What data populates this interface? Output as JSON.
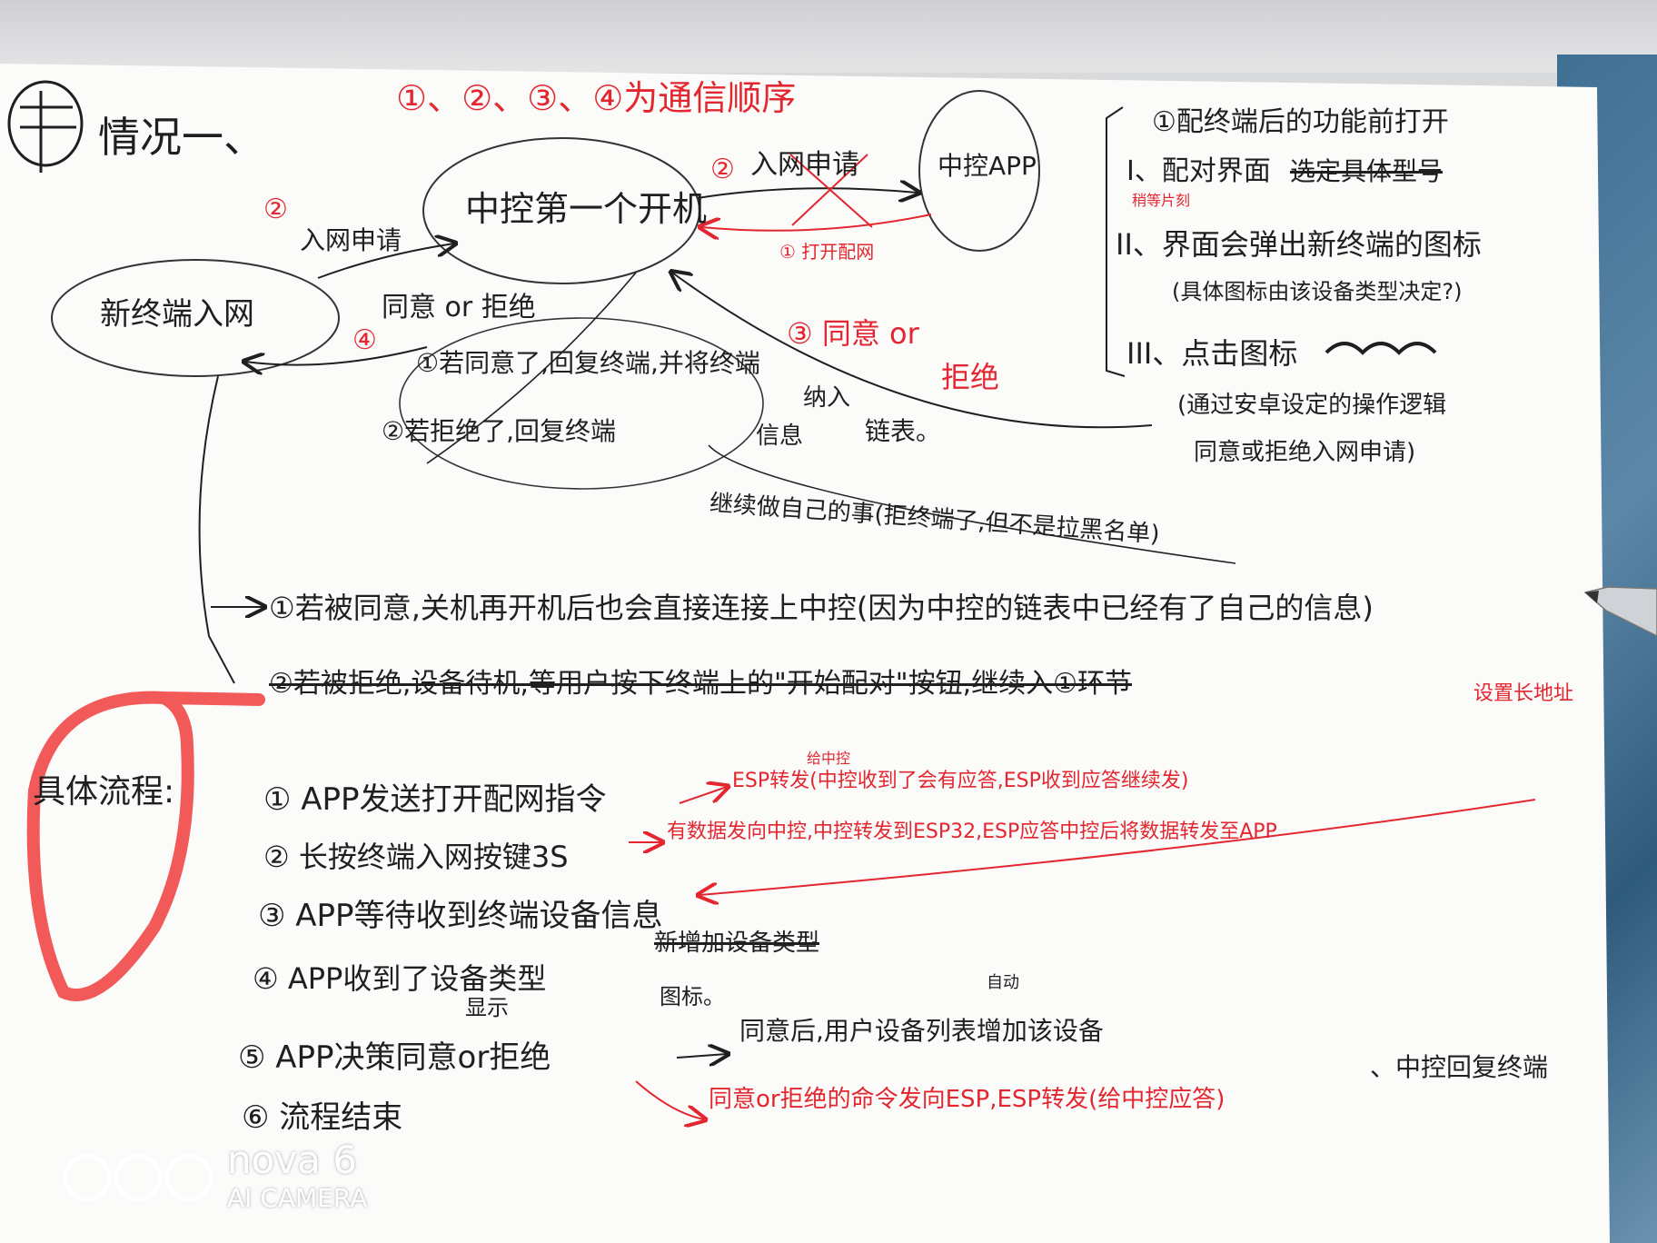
{
  "colors": {
    "ink": "#1f1f1f",
    "red_ink": "#e3262f",
    "highlight_circle": "#f25a5a",
    "paper": "#fbfbfa"
  },
  "header": {
    "title": "情况一、",
    "sequence_note": "①、②、③、④为通信顺序"
  },
  "nodes": {
    "hub": "中控第一个开机",
    "terminal": "新终端入网",
    "app": "中控APP"
  },
  "edges": {
    "hub_to_app_num": "②",
    "hub_to_app_label": "入网申请",
    "app_to_hub_label": "① 打开配网",
    "terminal_to_hub_num": "②",
    "terminal_to_hub_label": "入网申请",
    "hub_to_terminal_num": "④",
    "hub_to_terminal_label": "同意 or 拒绝",
    "app_reply_line1": "③ 同意 or",
    "app_reply_line2": "拒绝"
  },
  "hub_notes": {
    "agree": "①若同意了,回复终端,并将终端",
    "info": "信息",
    "include": "纳入",
    "list": "链表。",
    "reject": "②若拒绝了,回复终端",
    "continue": "继续做自己的事(拒终端了,但不是拉黑名单)"
  },
  "app_panel": {
    "intro": "①配终端后的功能前打开",
    "step1": "I、配对界面",
    "step1_struck": "选定具体型号",
    "wait": "稍等片刻",
    "step2": "II、界面会弹出新终端的图标",
    "step2_note": "(具体图标由该设备类型决定?)",
    "step3": "III、点击图标",
    "step3_note_line1": "(通过安卓设定的操作逻辑",
    "step3_note_line2": "同意或拒绝入网申请)"
  },
  "outcomes": {
    "agreed": "①若被同意,关机再开机后也会直接连接上中控(因为中控的链表中已经有了自己的信息)",
    "address_note": "设置长地址",
    "rejected_struck": "②若被拒绝,设备待机,等用户按下终端上的\"开始配对\"按钮,继续入①环节"
  },
  "flow": {
    "title": "具体流程:",
    "step1": "① APP发送打开配网指令",
    "step1_to": "给中控",
    "step1_note": "ESP转发(中控收到了会有应答,ESP收到应答继续发)",
    "step2": "② 长按终端入网按键3S",
    "step2_note": "有数据发向中控,中控转发到ESP32,ESP应答中控后将数据转发至APP",
    "step3": "③ APP等待收到终端设备信息",
    "step4": "④ APP收到了设备类型",
    "step4_show": "显示",
    "step4_icon": "图标。",
    "step4_struck": "新增加设备类型",
    "step5": "⑤ APP决策同意or拒绝",
    "step5_auto": "自动",
    "step5_result": "同意后,用户设备列表增加该设备",
    "step5_cmd": "同意or拒绝的命令发向ESP,ESP转发(给中控应答)",
    "step5_reply": "、中控回复终端",
    "step6": "⑥ 流程结束"
  },
  "watermark": {
    "logo": "OOO",
    "model": "nova 6",
    "camera": "AI CAMERA"
  }
}
